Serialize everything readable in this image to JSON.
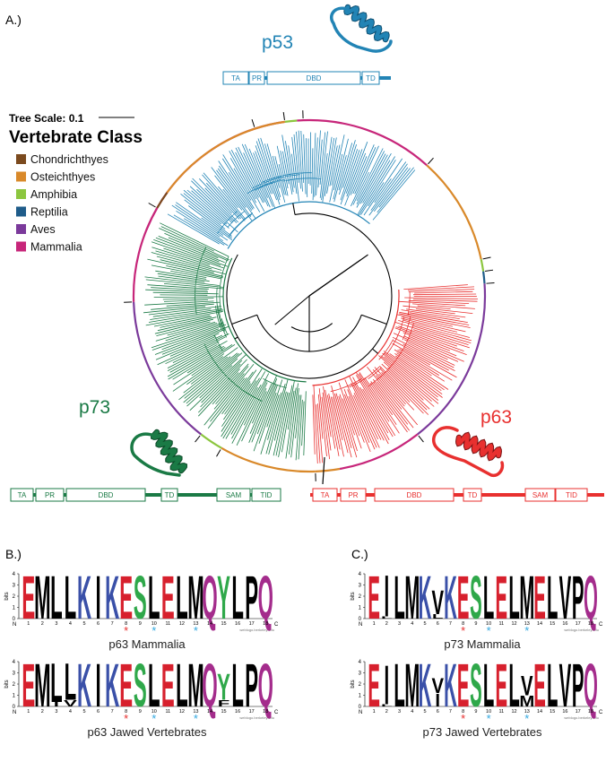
{
  "colors": {
    "p53": "#2284b5",
    "p63": "#e8302f",
    "p73": "#1a7a45",
    "acid": "#d7202d",
    "hydro": "#000000",
    "basic": "#3a50a8",
    "polar": "#2fa84a",
    "amide": "#a42c8c",
    "star_red": "#e8302f",
    "star_blue": "#35a9e0"
  },
  "panels": {
    "a": "A.)",
    "b": "B.)",
    "c": "C.)"
  },
  "tree": {
    "scale_label": "Tree Scale: 0.1",
    "legend_title": "Vertebrate Class",
    "classes": [
      {
        "name": "Chondrichthyes",
        "color": "#7b4a1e"
      },
      {
        "name": "Osteichthyes",
        "color": "#d9892a"
      },
      {
        "name": "Amphibia",
        "color": "#8cc63f"
      },
      {
        "name": "Reptilia",
        "color": "#1f5c8a"
      },
      {
        "name": "Aves",
        "color": "#7b3a9b"
      },
      {
        "name": "Mammalia",
        "color": "#c7267a"
      }
    ]
  },
  "proteins": {
    "p53": {
      "label": "p53",
      "domains": [
        "TA",
        "PR",
        "DBD",
        "TD"
      ]
    },
    "p73": {
      "label": "p73",
      "domains": [
        "TA",
        "PR",
        "DBD",
        "TD",
        "SAM",
        "TID"
      ]
    },
    "p63": {
      "label": "p63",
      "domains": [
        "TA",
        "PR",
        "DBD",
        "TD",
        "SAM",
        "TID"
      ]
    }
  },
  "logos": {
    "ylabel": "bits",
    "yticks": [
      "0",
      "1",
      "2",
      "3",
      "4"
    ],
    "n_label": "N",
    "c_label": "C",
    "credit": "weblogo.berkeley.edu",
    "items": [
      {
        "title": "p63 Mammalia",
        "positions": [
          [
            {
              "c": "E",
              "h": 1.0
            }
          ],
          [
            {
              "c": "M",
              "h": 1.0
            }
          ],
          [
            {
              "c": "L",
              "h": 1.0
            }
          ],
          [
            {
              "c": "L",
              "h": 1.0
            }
          ],
          [
            {
              "c": "K",
              "h": 1.0
            }
          ],
          [
            {
              "c": "I",
              "h": 1.0
            }
          ],
          [
            {
              "c": "K",
              "h": 1.0
            }
          ],
          [
            {
              "c": "E",
              "h": 1.0
            }
          ],
          [
            {
              "c": "S",
              "h": 1.0
            }
          ],
          [
            {
              "c": "L",
              "h": 1.0
            }
          ],
          [
            {
              "c": "E",
              "h": 1.0
            }
          ],
          [
            {
              "c": "L",
              "h": 1.0
            }
          ],
          [
            {
              "c": "M",
              "h": 1.0
            }
          ],
          [
            {
              "c": "Q",
              "h": 1.0
            }
          ],
          [
            {
              "c": "Y",
              "h": 1.0
            }
          ],
          [
            {
              "c": "L",
              "h": 1.0
            }
          ],
          [
            {
              "c": "P",
              "h": 1.0
            }
          ],
          [
            {
              "c": "Q",
              "h": 1.0
            }
          ]
        ]
      },
      {
        "title": "p73 Mammalia",
        "positions": [
          [
            {
              "c": "E",
              "h": 1.0
            }
          ],
          [
            {
              "c": "I",
              "h": 0.95
            },
            {
              "c": "L",
              "h": 0.05
            }
          ],
          [
            {
              "c": "L",
              "h": 1.0
            }
          ],
          [
            {
              "c": "M",
              "h": 1.0
            }
          ],
          [
            {
              "c": "K",
              "h": 1.0
            }
          ],
          [
            {
              "c": "V",
              "h": 0.55
            },
            {
              "c": "L",
              "h": 0.1
            }
          ],
          [
            {
              "c": "K",
              "h": 1.0
            }
          ],
          [
            {
              "c": "E",
              "h": 1.0
            }
          ],
          [
            {
              "c": "S",
              "h": 1.0
            }
          ],
          [
            {
              "c": "L",
              "h": 1.0
            }
          ],
          [
            {
              "c": "E",
              "h": 1.0
            }
          ],
          [
            {
              "c": "L",
              "h": 1.0
            }
          ],
          [
            {
              "c": "M",
              "h": 1.0
            }
          ],
          [
            {
              "c": "E",
              "h": 1.0
            }
          ],
          [
            {
              "c": "L",
              "h": 1.0
            }
          ],
          [
            {
              "c": "V",
              "h": 1.0
            }
          ],
          [
            {
              "c": "P",
              "h": 1.0
            }
          ],
          [
            {
              "c": "Q",
              "h": 1.0
            }
          ]
        ]
      },
      {
        "title": "p63 Jawed Vertebrates",
        "positions": [
          [
            {
              "c": "E",
              "h": 1.0
            }
          ],
          [
            {
              "c": "M",
              "h": 1.0
            }
          ],
          [
            {
              "c": "L",
              "h": 0.9
            },
            {
              "c": "I",
              "h": 0.1
            }
          ],
          [
            {
              "c": "L",
              "h": 0.85
            },
            {
              "c": "V",
              "h": 0.15
            }
          ],
          [
            {
              "c": "K",
              "h": 1.0
            }
          ],
          [
            {
              "c": "I",
              "h": 1.0
            }
          ],
          [
            {
              "c": "K",
              "h": 1.0
            }
          ],
          [
            {
              "c": "E",
              "h": 1.0
            }
          ],
          [
            {
              "c": "S",
              "h": 1.0
            }
          ],
          [
            {
              "c": "L",
              "h": 1.0
            }
          ],
          [
            {
              "c": "E",
              "h": 1.0
            }
          ],
          [
            {
              "c": "L",
              "h": 1.0
            }
          ],
          [
            {
              "c": "M",
              "h": 1.0
            }
          ],
          [
            {
              "c": "Q",
              "h": 1.0
            }
          ],
          [
            {
              "c": "Y",
              "h": 0.6
            },
            {
              "c": "F",
              "h": 0.15
            }
          ],
          [
            {
              "c": "L",
              "h": 1.0
            }
          ],
          [
            {
              "c": "P",
              "h": 1.0
            }
          ],
          [
            {
              "c": "Q",
              "h": 1.0
            }
          ]
        ]
      },
      {
        "title": "p73 Jawed Vertebrates",
        "positions": [
          [
            {
              "c": "E",
              "h": 1.0
            }
          ],
          [
            {
              "c": "I",
              "h": 0.9
            },
            {
              "c": "L",
              "h": 0.05
            }
          ],
          [
            {
              "c": "L",
              "h": 1.0
            }
          ],
          [
            {
              "c": "M",
              "h": 1.0
            }
          ],
          [
            {
              "c": "K",
              "h": 1.0
            }
          ],
          [
            {
              "c": "V",
              "h": 0.35
            },
            {
              "c": "I",
              "h": 0.3
            }
          ],
          [
            {
              "c": "K",
              "h": 1.0
            }
          ],
          [
            {
              "c": "E",
              "h": 1.0
            }
          ],
          [
            {
              "c": "S",
              "h": 1.0
            }
          ],
          [
            {
              "c": "L",
              "h": 1.0
            }
          ],
          [
            {
              "c": "E",
              "h": 1.0
            }
          ],
          [
            {
              "c": "L",
              "h": 1.0
            }
          ],
          [
            {
              "c": "V",
              "h": 0.45
            },
            {
              "c": "M",
              "h": 0.25
            }
          ],
          [
            {
              "c": "E",
              "h": 1.0
            }
          ],
          [
            {
              "c": "L",
              "h": 1.0
            }
          ],
          [
            {
              "c": "V",
              "h": 1.0
            }
          ],
          [
            {
              "c": "P",
              "h": 1.0
            }
          ],
          [
            {
              "c": "Q",
              "h": 1.0
            }
          ]
        ]
      }
    ],
    "stars": [
      {
        "position": 8,
        "color": "red"
      },
      {
        "position": 10,
        "color": "blue"
      },
      {
        "position": 13,
        "color": "blue"
      }
    ]
  }
}
